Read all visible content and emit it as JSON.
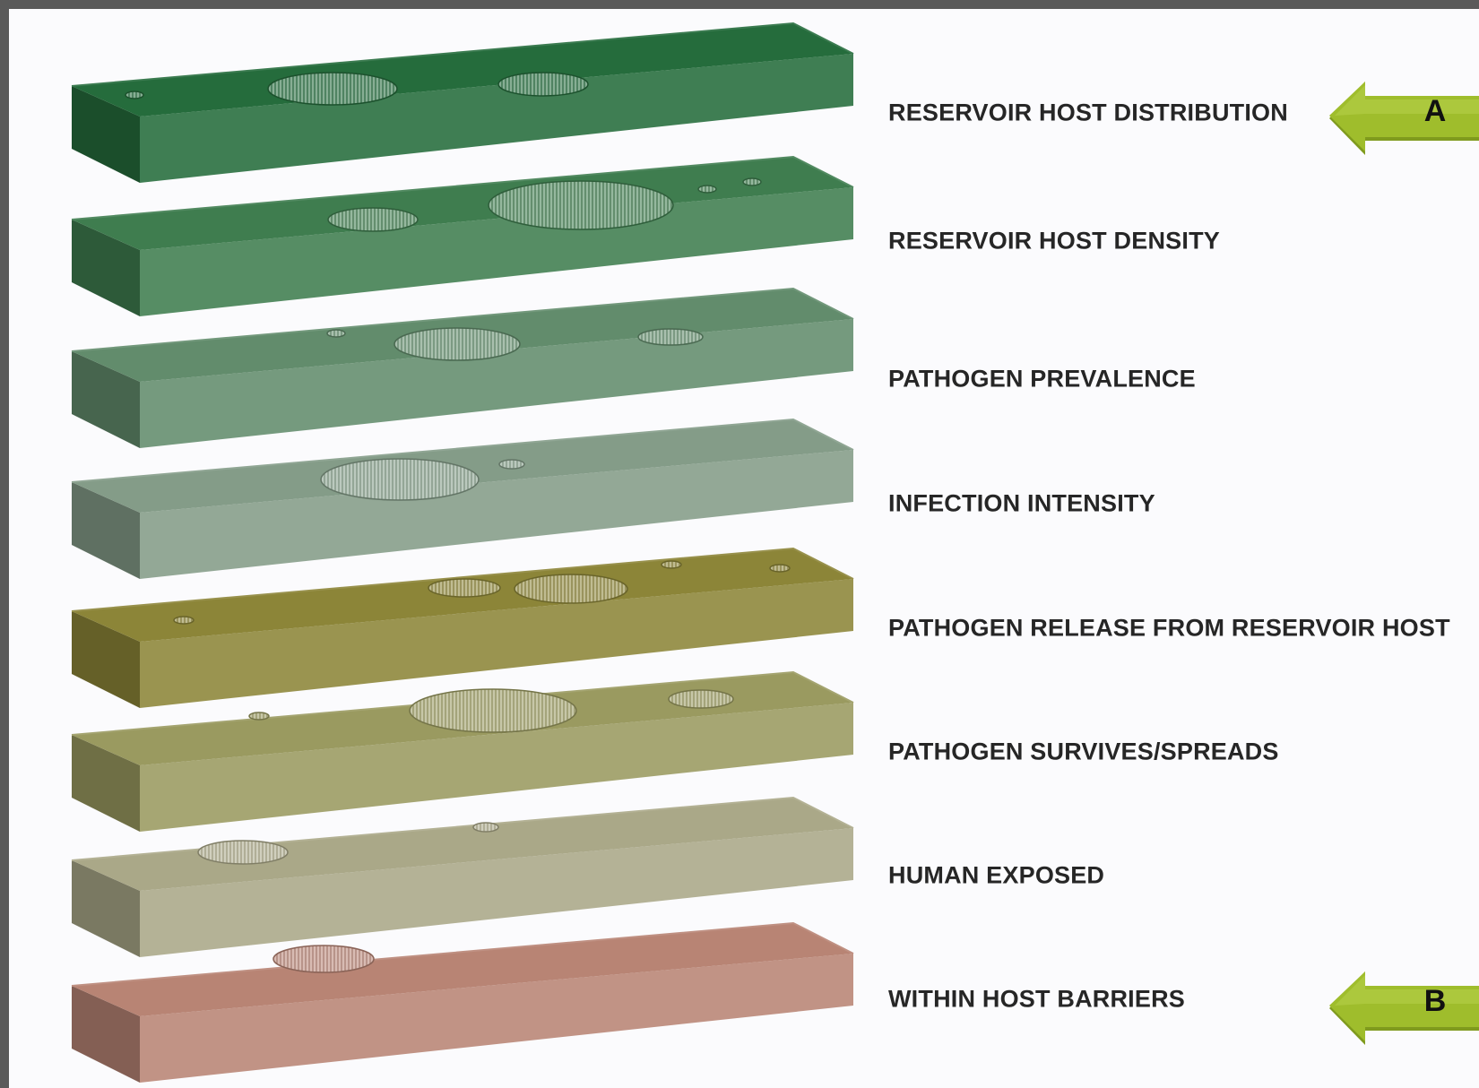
{
  "layers": [
    {
      "label": "RESERVOIR HOST DISTRIBUTION",
      "color": "#256c3c"
    },
    {
      "label": "RESERVOIR HOST DENSITY",
      "color": "#3f7d4f"
    },
    {
      "label": "PATHOGEN PREVALENCE",
      "color": "#628c6c"
    },
    {
      "label": "INFECTION INTENSITY",
      "color": "#849c88"
    },
    {
      "label": "PATHOGEN RELEASE FROM RESERVOIR HOST",
      "color": "#8c8538"
    },
    {
      "label": "PATHOGEN SURVIVES/SPREADS",
      "color": "#9a9a60"
    },
    {
      "label": "HUMAN EXPOSED",
      "color": "#aaa888"
    },
    {
      "label": "WITHIN HOST BARRIERS",
      "color": "#b88474"
    }
  ],
  "markers": [
    {
      "letter": "A",
      "color": "#9ab82a"
    },
    {
      "letter": "B",
      "color": "#9ab82a"
    }
  ]
}
